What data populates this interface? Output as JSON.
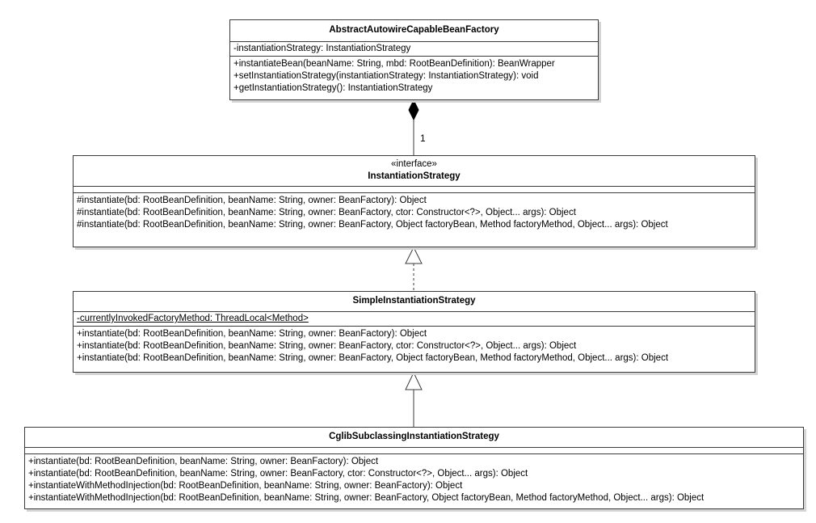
{
  "classes": {
    "abstract_factory": {
      "name": "AbstractAutowireCapableBeanFactory",
      "attributes": [
        "-instantiationStrategy: InstantiationStrategy"
      ],
      "operations": [
        "+instantiateBean(beanName: String, mbd: RootBeanDefinition): BeanWrapper",
        "+setInstantiationStrategy(instantiationStrategy: InstantiationStrategy): void",
        "+getInstantiationStrategy(): InstantiationStrategy"
      ]
    },
    "instantiation_strategy": {
      "stereotype": "«interface»",
      "name": "InstantiationStrategy",
      "operations": [
        "#instantiate(bd: RootBeanDefinition, beanName: String, owner: BeanFactory): Object",
        "#instantiate(bd: RootBeanDefinition, beanName: String, owner: BeanFactory, ctor: Constructor<?>, Object... args): Object",
        "#instantiate(bd: RootBeanDefinition, beanName: String, owner: BeanFactory, Object factoryBean, Method factoryMethod, Object... args): Object"
      ]
    },
    "simple_strategy": {
      "name": "SimpleInstantiationStrategy",
      "attributes": [
        "-currentlyInvokedFactoryMethod: ThreadLocal<Method>"
      ],
      "operations": [
        "+instantiate(bd: RootBeanDefinition, beanName: String, owner: BeanFactory): Object",
        "+instantiate(bd: RootBeanDefinition, beanName: String, owner: BeanFactory, ctor: Constructor<?>, Object... args): Object",
        "+instantiate(bd: RootBeanDefinition, beanName: String, owner: BeanFactory, Object factoryBean, Method factoryMethod, Object... args): Object"
      ]
    },
    "cglib_strategy": {
      "name": "CglibSubclassingInstantiationStrategy",
      "operations": [
        "+instantiate(bd: RootBeanDefinition, beanName: String, owner: BeanFactory): Object",
        "+instantiate(bd: RootBeanDefinition, beanName: String, owner: BeanFactory, ctor: Constructor<?>, Object... args): Object",
        "+instantiateWithMethodInjection(bd: RootBeanDefinition, beanName: String, owner: BeanFactory): Object",
        "+instantiateWithMethodInjection(bd: RootBeanDefinition, beanName: String, owner: BeanFactory, Object factoryBean, Method factoryMethod, Object... args): Object"
      ]
    }
  },
  "relations": {
    "composition_multiplicity": "1"
  }
}
